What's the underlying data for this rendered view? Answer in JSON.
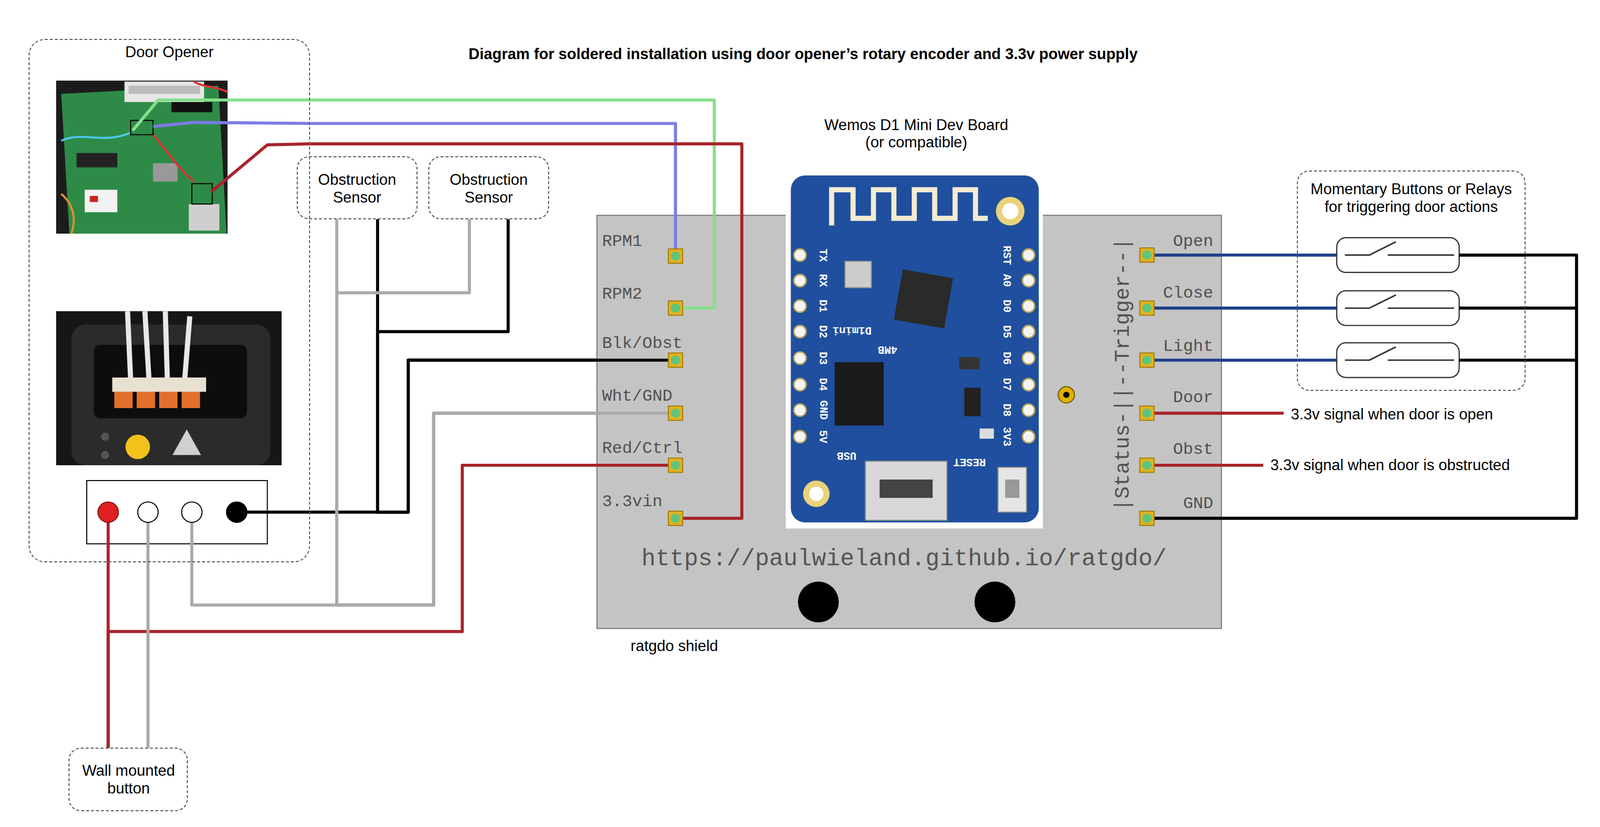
{
  "diagram": {
    "title": "Diagram for soldered installation using door opener’s rotary encoder and 3.3v power supply",
    "nodes": [
      {
        "text": [
          "Door Opener"
        ]
      },
      {
        "text": [
          "Obstruction Sensor"
        ]
      },
      {
        "text": [
          "Obstruction Sensor"
        ]
      },
      {
        "text": [
          "Wemos D1 Mini Dev Board (or compatible)"
        ]
      },
      {
        "text": [
          "https://paulwieland.github.io/ratgdo/",
          "ratgdo shield"
        ]
      },
      {
        "text": [
          "Momentary Buttons or Relays for triggering door actions"
        ]
      },
      {
        "text": [
          "Wall mounted button"
        ]
      }
    ],
    "edges": [
      {
        "from": 0,
        "to": 4,
        "arrow": "none"
      },
      {
        "from": 0,
        "to": 4,
        "arrow": "none"
      },
      {
        "from": 0,
        "to": 4,
        "arrow": "none"
      },
      {
        "from": 1,
        "to": 4,
        "arrow": "none"
      },
      {
        "from": 2,
        "to": 4,
        "arrow": "none"
      },
      {
        "from": 0,
        "to": 4,
        "arrow": "none"
      },
      {
        "from": 1,
        "to": 4,
        "arrow": "none"
      },
      {
        "from": 2,
        "to": 4,
        "arrow": "none"
      },
      {
        "from": 6,
        "to": 4,
        "arrow": "none"
      },
      {
        "from": 6,
        "to": 0,
        "arrow": "none"
      },
      {
        "from": 6,
        "to": 0,
        "arrow": "none"
      },
      {
        "from": 0,
        "to": 4,
        "arrow": "none"
      },
      {
        "from": 4,
        "to": 5,
        "arrow": "none"
      },
      {
        "from": 4,
        "to": 5,
        "arrow": "none"
      },
      {
        "from": 4,
        "to": 5,
        "arrow": "none"
      },
      {
        "from": 4,
        "to": 5,
        "arrow": "none"
      }
    ],
    "labels": [
      "RPM1",
      "RPM2",
      "Blk/Obst",
      "Wht/GND",
      "Red/Ctrl",
      "3.3vin",
      "Open",
      "Close",
      "Light",
      "Door",
      "Obst",
      "GND",
      "|Status-||--Trigger--|",
      "3.3v signal when door is open",
      "3.3v signal when door is obstructed",
      "TX",
      "RX",
      "D1",
      "D2",
      "D3",
      "D4",
      "GND",
      "5V",
      "RST",
      "A0",
      "D0",
      "D5",
      "D6",
      "D7",
      "D8",
      "3V3",
      "D1mini",
      "4MB",
      "USB",
      "RESET"
    ]
  }
}
